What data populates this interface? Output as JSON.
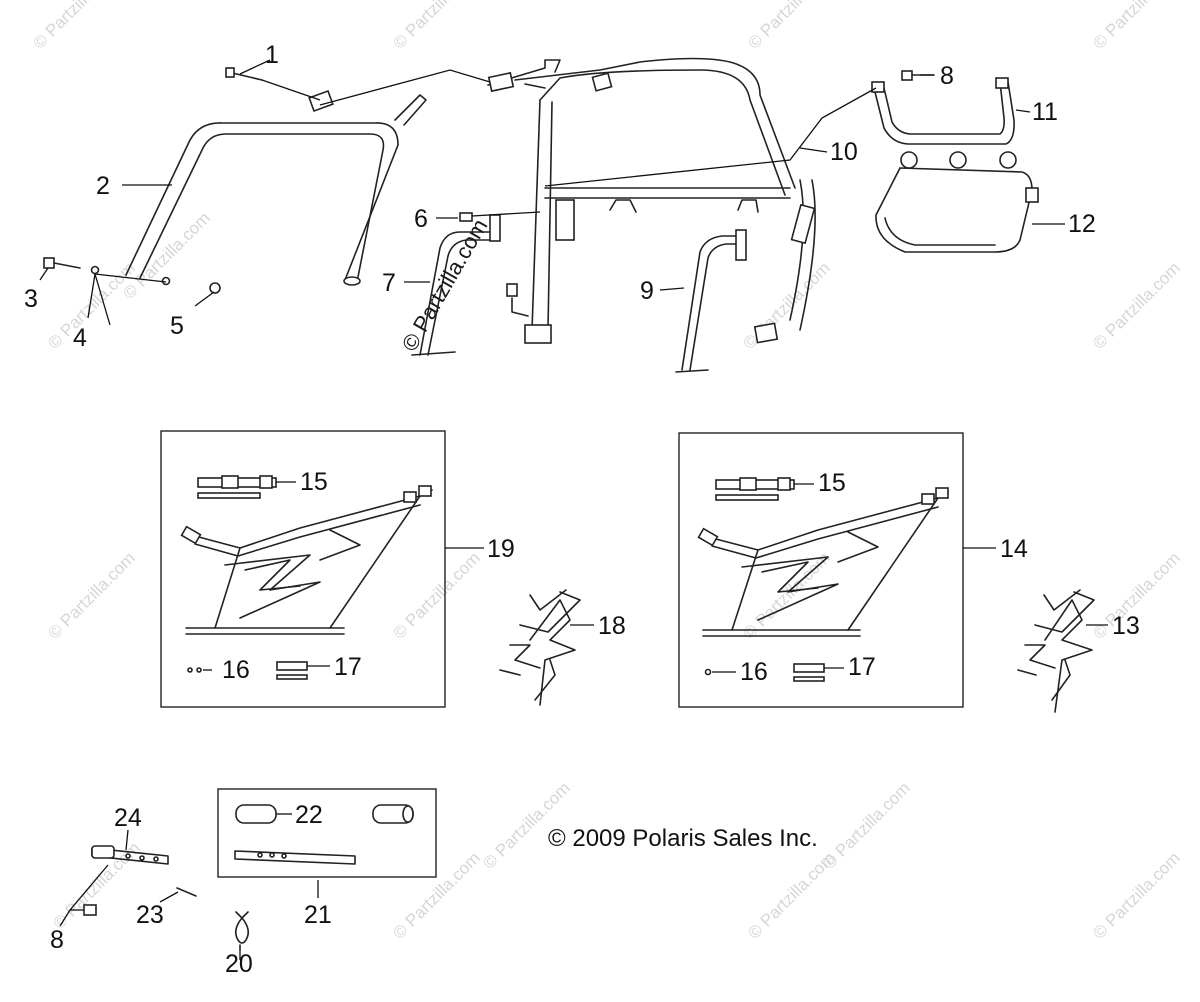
{
  "copyright": "© 2009 Polaris Sales Inc.",
  "watermark_faint": "© Partzilla.com",
  "watermark_dark": "© Partzilla.com",
  "callouts": {
    "c1": "1",
    "c2": "2",
    "c3": "3",
    "c4": "4",
    "c5": "5",
    "c6": "6",
    "c7": "7",
    "c8a": "8",
    "c8b": "8",
    "c9": "9",
    "c10": "10",
    "c11": "11",
    "c12": "12",
    "c13": "13",
    "c14": "14",
    "c15a": "15",
    "c15b": "15",
    "c16a": "16",
    "c16b": "16",
    "c17a": "17",
    "c17b": "17",
    "c18": "18",
    "c19": "19",
    "c20": "20",
    "c21": "21",
    "c22": "22",
    "c23": "23",
    "c24": "24"
  }
}
